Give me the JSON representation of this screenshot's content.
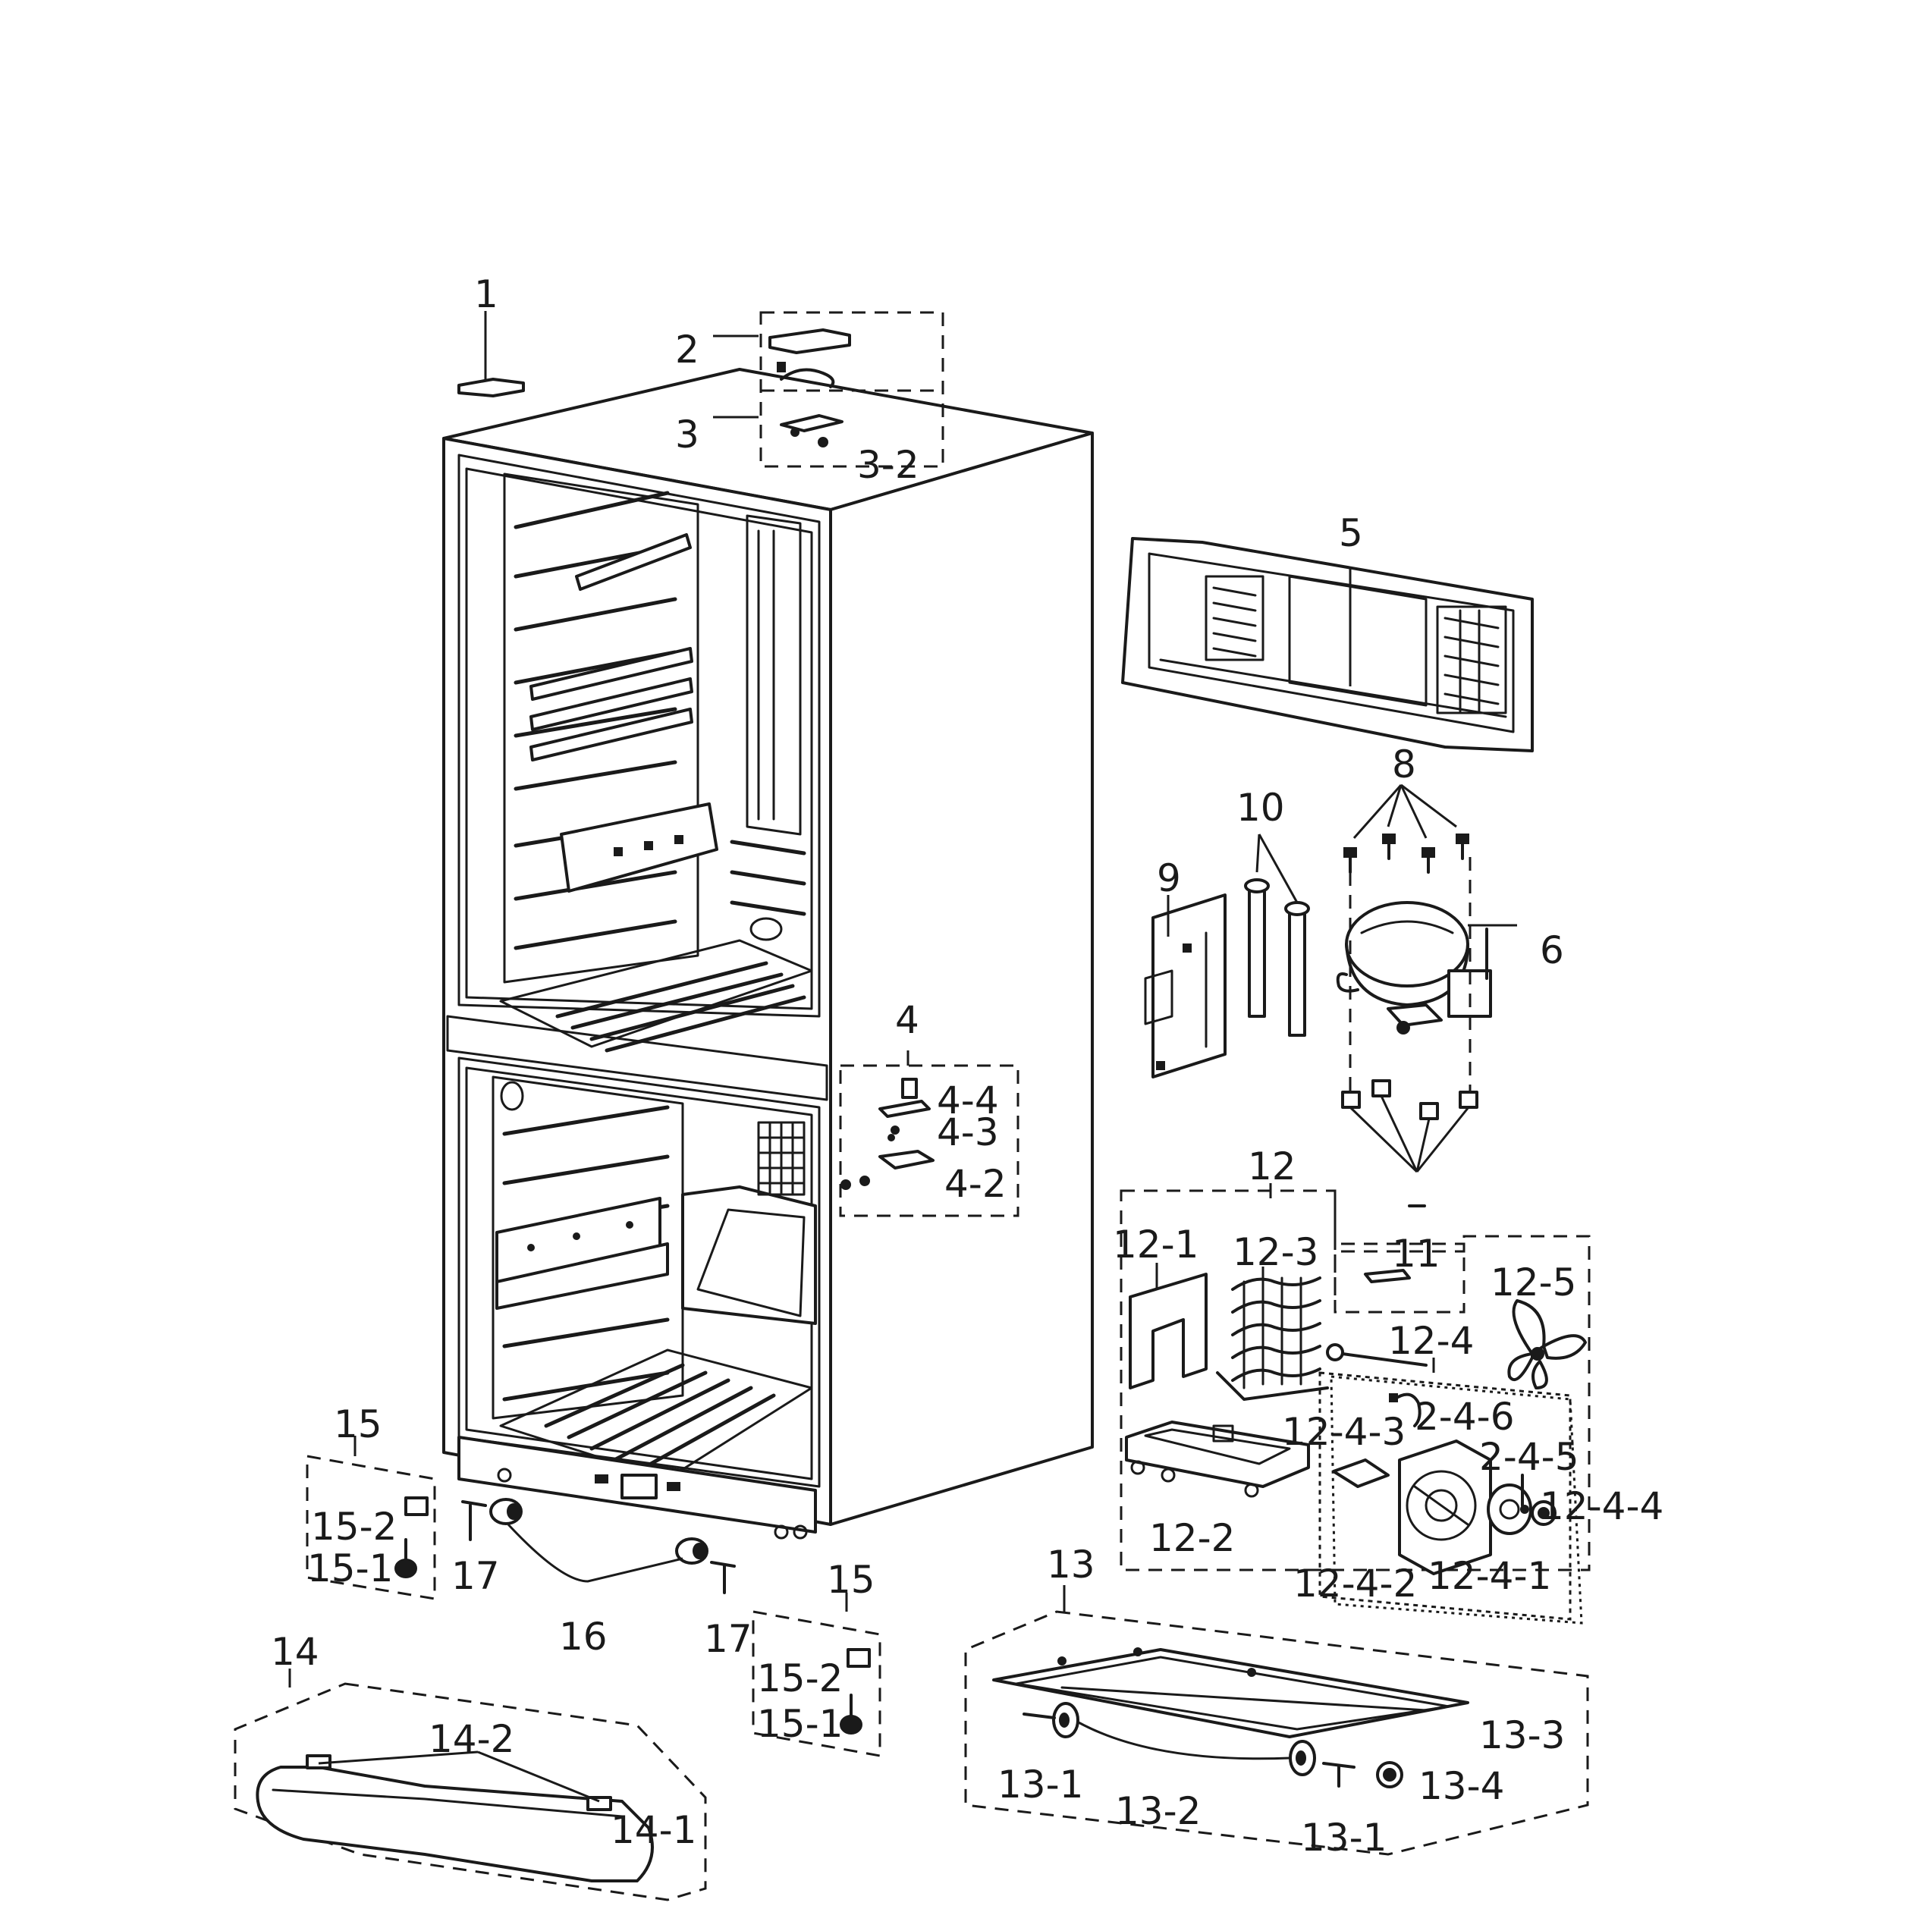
{
  "labels": {
    "p1": "1",
    "p2": "2",
    "p3": "3",
    "p3_2": "3-2",
    "p4": "4",
    "p4_4": "4-4",
    "p4_3": "4-3",
    "p4_2": "4-2",
    "p5": "5",
    "p6": "6",
    "p8": "8",
    "p9": "9",
    "p10": "10",
    "p11": "11",
    "p12": "12",
    "p12_1": "12-1",
    "p12_2": "12-2",
    "p12_3": "12-3",
    "p12_4": "12-4",
    "p12_4_1": "12-4-1",
    "p12_4_2": "12-4-2",
    "p12_4_3": "12-4-3",
    "p12_4_4": "12-4-4",
    "p12_4_5": "2-4-5",
    "p12_4_6": "2-4-6",
    "p12_5": "12-5",
    "p13": "13",
    "p13_1a": "13-1",
    "p13_1b": "13-1",
    "p13_2": "13-2",
    "p13_3": "13-3",
    "p13_4": "13-4",
    "p14": "14",
    "p14_1": "14-1",
    "p14_2": "14-2",
    "p15a": "15",
    "p15_1a": "15-1",
    "p15_2a": "15-2",
    "p15b": "15",
    "p15_1b": "15-1",
    "p15_2b": "15-2",
    "p16": "16",
    "p17a": "17",
    "p17b": "17"
  }
}
